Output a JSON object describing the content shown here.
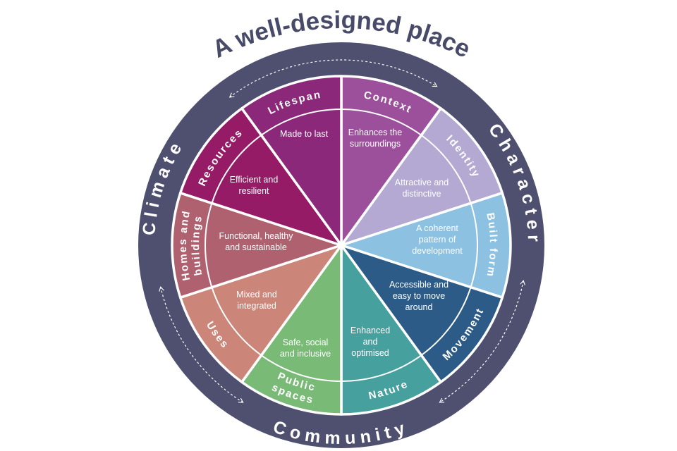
{
  "title": "A well-designed place",
  "colors": {
    "ring": "#4f5070",
    "title": "#474a68",
    "divider": "#ffffff"
  },
  "ring_labels": {
    "climate": "Climate",
    "character": "Character",
    "community": "Community"
  },
  "segments": [
    {
      "label": [
        "Context"
      ],
      "inner": [
        "Enhances the",
        "surroundings"
      ],
      "color": "#9c509b"
    },
    {
      "label": [
        "Identity"
      ],
      "inner": [
        "Attractive and",
        "distinctive"
      ],
      "color": "#b3a9d3"
    },
    {
      "label": [
        "Built form"
      ],
      "inner": [
        "A coherent",
        "pattern of",
        "development"
      ],
      "color": "#8cc1e1"
    },
    {
      "label": [
        "Movement"
      ],
      "inner": [
        "Accessible and",
        "easy to move",
        "around"
      ],
      "color": "#2b5b86"
    },
    {
      "label": [
        "Nature"
      ],
      "inner": [
        "Enhanced",
        "and",
        "optimised"
      ],
      "color": "#46a09e"
    },
    {
      "label": [
        "Public",
        "spaces"
      ],
      "inner": [
        "Safe, social",
        "and inclusive"
      ],
      "color": "#7aba77"
    },
    {
      "label": [
        "Uses"
      ],
      "inner": [
        "Mixed and",
        "integrated"
      ],
      "color": "#cb8679"
    },
    {
      "label": [
        "Homes and",
        "buildings"
      ],
      "inner": [
        "Functional, healthy",
        "and sustainable"
      ],
      "color": "#b0616f"
    },
    {
      "label": [
        "Resources"
      ],
      "inner": [
        "Efficient and",
        "resilient"
      ],
      "color": "#961b66"
    },
    {
      "label": [
        "Lifespan"
      ],
      "inner": [
        "Made to last"
      ],
      "color": "#8b2879"
    }
  ]
}
